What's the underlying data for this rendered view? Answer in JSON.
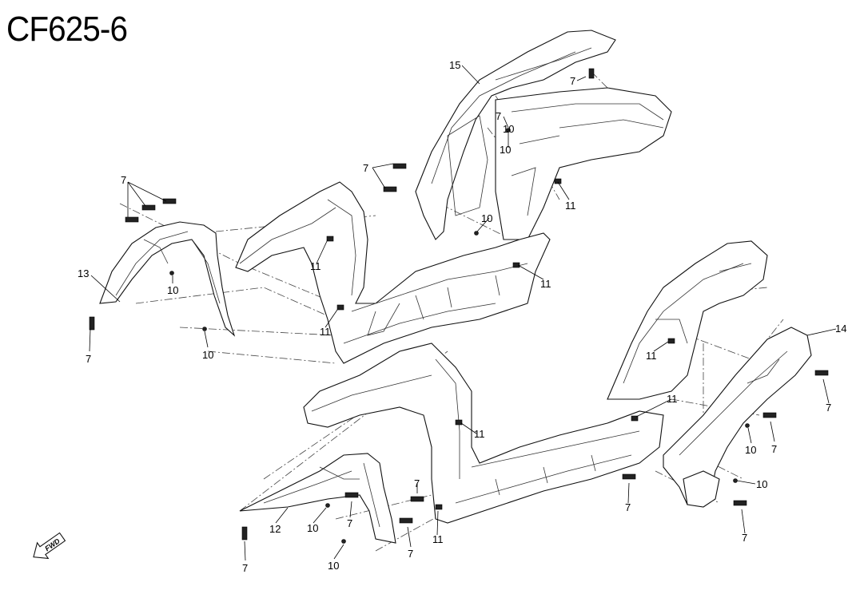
{
  "title": "CF625-6",
  "callouts": {
    "c7": "7",
    "c10": "10",
    "c11": "11",
    "c12": "12",
    "c13": "13",
    "c14": "14",
    "c15": "15"
  },
  "fwd_label": "FWD"
}
